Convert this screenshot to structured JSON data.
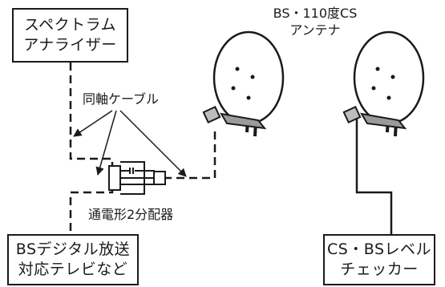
{
  "boxes": {
    "analyzer": {
      "line1": "スペクトラム",
      "line2": "アナライザー"
    },
    "tv": {
      "line1": "BSデジタル放送",
      "line2": "対応テレビなど"
    },
    "checker": {
      "line1": "CS・BSレベル",
      "line2": "チェッカー"
    }
  },
  "labels": {
    "antenna_line1": "BS・110度CS",
    "antenna_line2": "アンテナ",
    "coax": "同軸ケーブル",
    "splitter": "通電形2分配器"
  }
}
